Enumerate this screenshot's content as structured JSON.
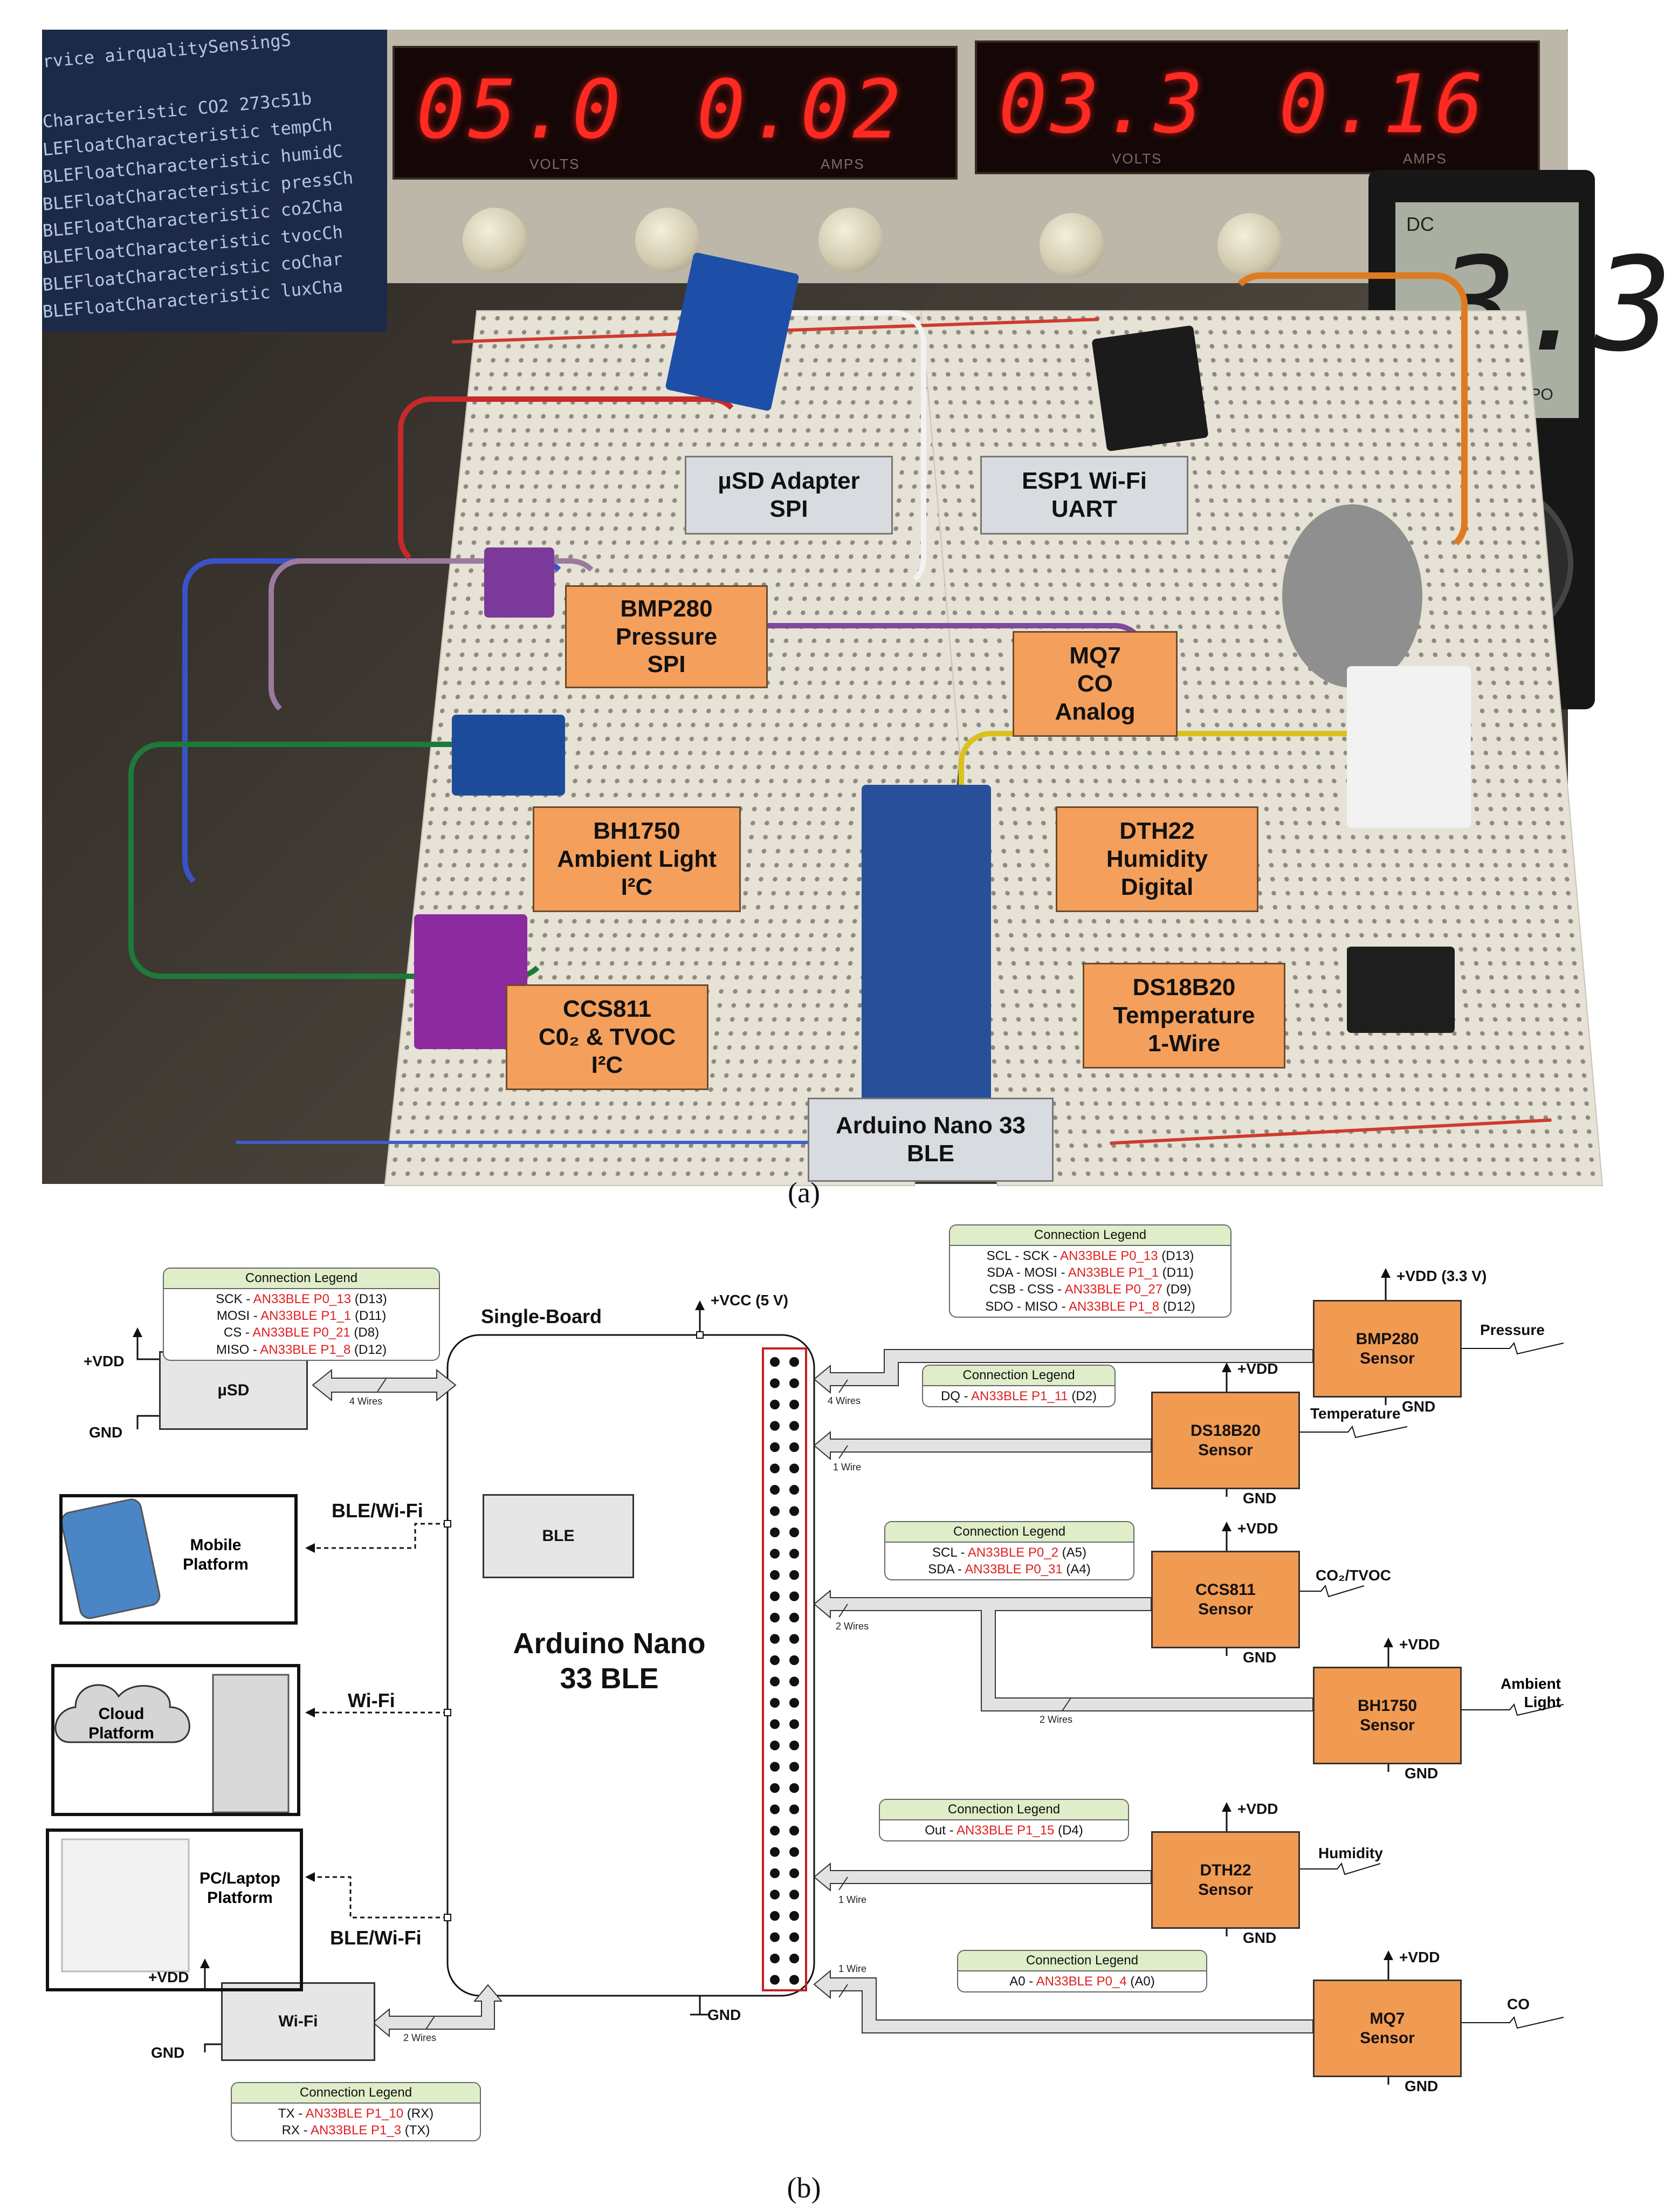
{
  "photo": {
    "psu_readouts": [
      {
        "value": "05.0",
        "unit": "VOLTS"
      },
      {
        "value": "0.02",
        "unit": "AMPS"
      },
      {
        "value": "03.3",
        "unit": "VOLTS"
      },
      {
        "value": "0.16",
        "unit": "AMPS"
      }
    ],
    "screen_lines": [
      "rvice airqualitySensingS",
      "Characteristic CO2 273c51b",
      "LEFloatCharacteristic tempCh",
      "BLEFloatCharacteristic humidC",
      "BLEFloatCharacteristic pressCh",
      "BLEFloatCharacteristic co2Cha",
      "BLEFloatCharacteristic tvocCh",
      "BLEFloatCharacteristic coChar",
      "BLEFloatCharacteristic luxCha"
    ],
    "multimeter": {
      "mode": "DC",
      "reading": "3.3",
      "note": "AUTO APO"
    },
    "labels": {
      "usd": "µSD Adapter\nSPI",
      "esp": "ESP1 Wi-Fi\nUART",
      "bmp": "BMP280\nPressure\nSPI",
      "mq7": "MQ7\nCO\nAnalog",
      "bh1750": "BH1750\nAmbient Light\nI²C",
      "dht22": "DTH22\nHumidity\nDigital",
      "ccs811": "CCS811\nC0₂ & TVOC\nI²C",
      "ds18b20": "DS18B20\nTemperature\n1-Wire",
      "nano": "Arduino Nano 33\nBLE"
    }
  },
  "captions": {
    "a": "(a)",
    "b": "(b)"
  },
  "diagram": {
    "single_board": "Single-Board",
    "board_title": "Arduino Nano\n33 BLE",
    "vcc": "+VCC (5 V)",
    "gnd": "GND",
    "ble_box": "BLE",
    "usd_box": "µSD",
    "wifi_box": "Wi-Fi",
    "vdd": "+VDD",
    "vdd33": "+VDD (3.3 V)",
    "platforms": {
      "mobile": "Mobile\nPlatform",
      "cloud": "Cloud\nPlatform",
      "pc": "PC/Laptop\nPlatform"
    },
    "links": {
      "ble_wifi": "BLE/Wi-Fi",
      "wifi": "Wi-Fi"
    },
    "wire_labels": {
      "four": "4 Wires",
      "one": "1 Wire",
      "two": "2 Wires"
    },
    "legend_title": "Connection Legend",
    "legends": {
      "usd": [
        {
          "sig": "SCK - ",
          "pin": "AN33BLE P0_13",
          "d": " (D13)"
        },
        {
          "sig": "MOSI - ",
          "pin": "AN33BLE P1_1",
          "d": " (D11)"
        },
        {
          "sig": "CS - ",
          "pin": "AN33BLE P0_21",
          "d": " (D8)"
        },
        {
          "sig": "MISO - ",
          "pin": "AN33BLE P1_8",
          "d": " (D12)"
        }
      ],
      "bmp": [
        {
          "sig": "SCL - SCK - ",
          "pin": "AN33BLE P0_13",
          "d": " (D13)"
        },
        {
          "sig": "SDA - MOSI - ",
          "pin": "AN33BLE P1_1",
          "d": " (D11)"
        },
        {
          "sig": "CSB - CSS - ",
          "pin": "AN33BLE P0_27",
          "d": " (D9)"
        },
        {
          "sig": "SDO - MISO - ",
          "pin": "AN33BLE P1_8",
          "d": " (D12)"
        }
      ],
      "ds": [
        {
          "sig": "DQ - ",
          "pin": "AN33BLE P1_11",
          "d": " (D2)"
        }
      ],
      "i2c": [
        {
          "sig": "SCL - ",
          "pin": "AN33BLE P0_2",
          "d": " (A5)"
        },
        {
          "sig": "SDA - ",
          "pin": "AN33BLE P0_31",
          "d": " (A4)"
        }
      ],
      "dht": [
        {
          "sig": "Out - ",
          "pin": "AN33BLE P1_15",
          "d": " (D4)"
        }
      ],
      "mq7": [
        {
          "sig": "A0 - ",
          "pin": "AN33BLE P0_4",
          "d": " (A0)"
        }
      ],
      "wifi": [
        {
          "sig": "TX - ",
          "pin": "AN33BLE P1_10",
          "d": " (RX)"
        },
        {
          "sig": "RX - ",
          "pin": "AN33BLE P1_3",
          "d": " (TX)"
        }
      ]
    },
    "sensors": {
      "bmp": {
        "name": "BMP280\nSensor",
        "measure": "Pressure"
      },
      "ds": {
        "name": "DS18B20\nSensor",
        "measure": "Temperature"
      },
      "ccs": {
        "name": "CCS811\nSensor",
        "measure": "CO₂/TVOC"
      },
      "bh": {
        "name": "BH1750\nSensor",
        "measure": "Ambient\nLight"
      },
      "dht": {
        "name": "DTH22\nSensor",
        "measure": "Humidity"
      },
      "mq": {
        "name": "MQ7\nSensor",
        "measure": "CO"
      }
    },
    "colors": {
      "sensor": "#f19a52",
      "legend_header": "#dfeec8",
      "pin": "#e02020",
      "header_border": "#c62020"
    }
  }
}
